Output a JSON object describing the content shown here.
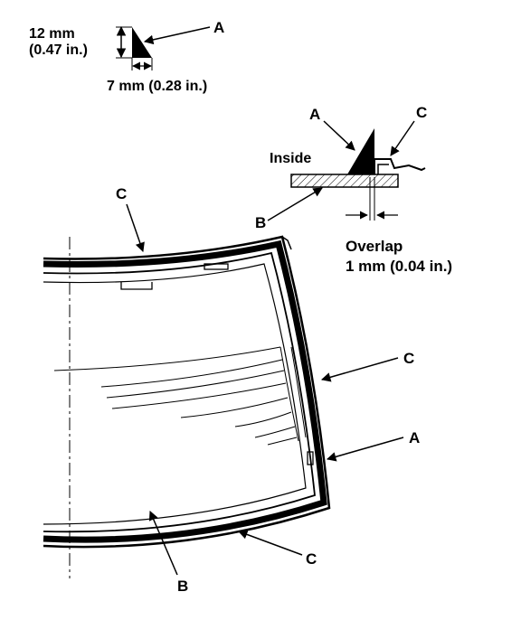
{
  "dimensions": {
    "height_mm": "12 mm",
    "height_in": "(0.47 in.)",
    "width": "7 mm (0.28 in.)",
    "overlap_label": "Overlap",
    "overlap_value": "1 mm (0.04 in.)"
  },
  "labels": {
    "a": "A",
    "b": "B",
    "c": "C",
    "inside": "Inside"
  },
  "colors": {
    "line": "#000000",
    "background": "#ffffff"
  }
}
